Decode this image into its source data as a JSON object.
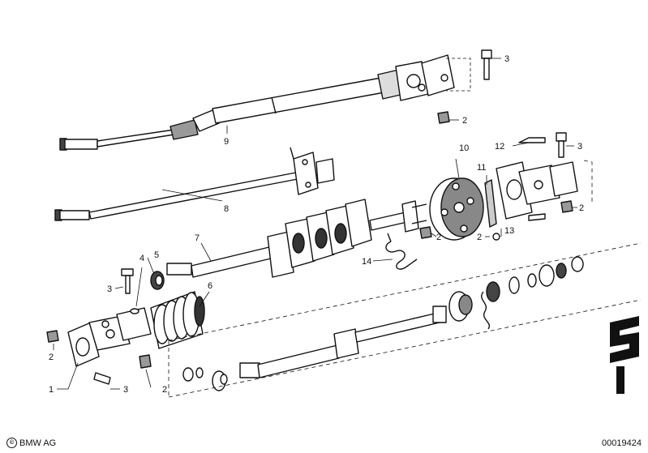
{
  "callouts": {
    "c1": "1",
    "c2a": "2",
    "c2b": "2",
    "c2c": "2",
    "c2d": "2",
    "c2e": "2",
    "c2f": "2",
    "c3a": "3",
    "c3b": "3",
    "c3c": "3",
    "c3d": "3",
    "c4": "4",
    "c5": "5",
    "c6": "6",
    "c7": "7",
    "c8": "8",
    "c9": "9",
    "c10": "10",
    "c11": "11",
    "c12": "12",
    "c13": "13",
    "c14": "14"
  },
  "footer": {
    "brand_mark": "©",
    "brand_text": "BMW AG",
    "reference": "00019424"
  }
}
